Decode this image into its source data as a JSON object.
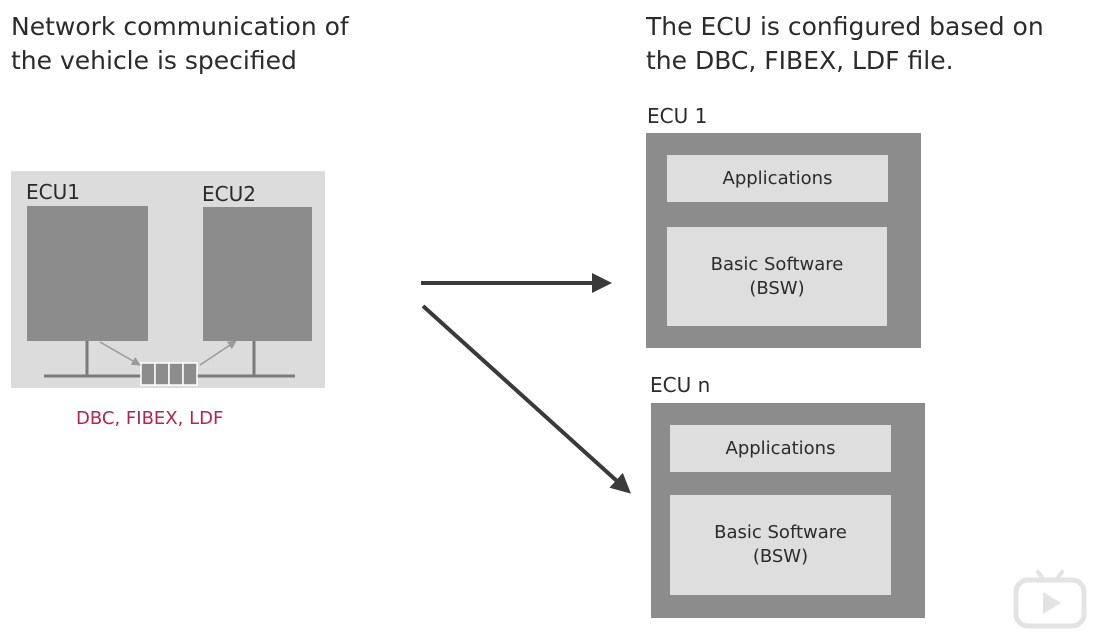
{
  "left_heading": "Network communication of\nthe vehicle is specified",
  "right_heading": "The ECU is configured based on\nthe DBC, FIBEX, LDF file.",
  "network": {
    "ecu1_label": "ECU1",
    "ecu2_label": "ECU2",
    "file_label": "DBC, FIBEX, LDF",
    "file_label_color": "#b0264c"
  },
  "ecus": [
    {
      "title": "ECU 1",
      "applications": "Applications",
      "bsw": "Basic Software\n(BSW)"
    },
    {
      "title": "ECU n",
      "applications": "Applications",
      "bsw": "Basic Software\n(BSW)"
    }
  ],
  "colors": {
    "panel": "#dcdcdc",
    "block": "#8c8c8c",
    "layer": "#dedede",
    "arrow": "#3a3a3a"
  },
  "icons": {
    "player_logo": "video-player-logo-icon"
  }
}
